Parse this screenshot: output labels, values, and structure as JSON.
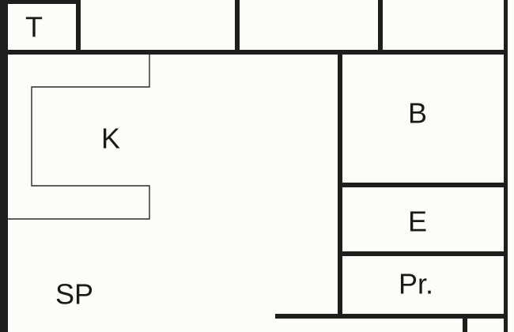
{
  "floor_plan": {
    "colors": {
      "background": "#fcfcf8",
      "wall": "#1e1e1e",
      "counter_line": "#2a2a2a",
      "label": "#1a1a1a"
    },
    "rooms": {
      "toilet": "T",
      "kitchen": "K",
      "bedroom": "B",
      "entrance": "E",
      "pantry": "Pr.",
      "living": "SP"
    }
  }
}
